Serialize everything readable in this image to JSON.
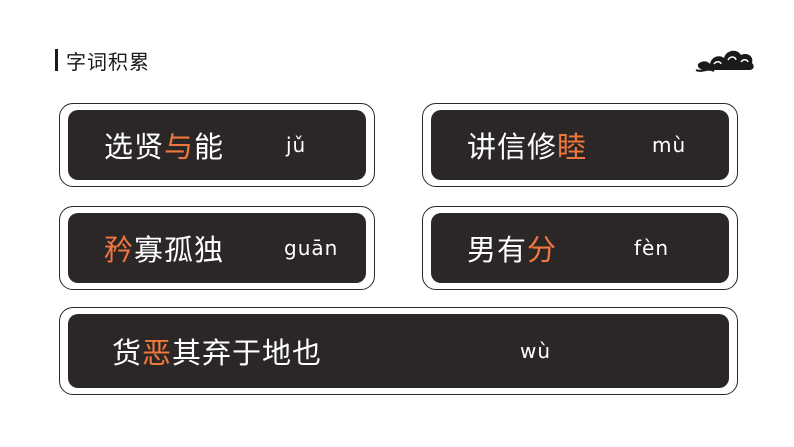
{
  "header": {
    "title": "字词积累",
    "logo_icon": "auspicious-cloud-icon"
  },
  "colors": {
    "card_fill": "#2a2726",
    "highlight": "#f0773d",
    "text": "#ffffff"
  },
  "cards": [
    {
      "before": "选贤",
      "highlight": "与",
      "after": "能",
      "pinyin": "jǔ"
    },
    {
      "before": "讲信修",
      "highlight": "睦",
      "after": "",
      "pinyin": "mù"
    },
    {
      "before": "",
      "highlight": "矜",
      "after": "寡孤独",
      "pinyin": "guān"
    },
    {
      "before": "男有",
      "highlight": "分",
      "after": "",
      "pinyin": "fèn"
    },
    {
      "before": "货",
      "highlight": "恶",
      "after": "其弃于地也",
      "pinyin": "wù"
    }
  ]
}
